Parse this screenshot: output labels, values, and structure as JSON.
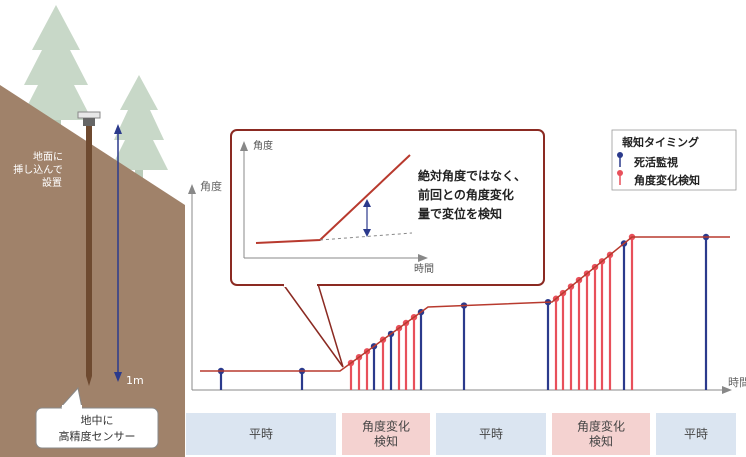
{
  "sensor": {
    "install_label": [
      "地面に",
      "挿し込んで",
      "設置"
    ],
    "depth_label": "1m",
    "callout_lines": [
      "地中に",
      "高精度センサー"
    ]
  },
  "main_chart": {
    "y_label": "角度",
    "x_label": "時間",
    "phases": [
      "平時",
      "角度変化\n検知",
      "平時",
      "角度変化\n検知",
      "平時"
    ]
  },
  "inset": {
    "y_label": "角度",
    "x_label": "時間",
    "caption": [
      "絶対角度ではなく、",
      "前回との角度変化",
      "量で変位を検知"
    ]
  },
  "legend": {
    "title": "報知タイミング",
    "items": [
      {
        "label": "死活監視",
        "color": "#2b3a8c"
      },
      {
        "label": "角度変化検知",
        "color": "#e8505b"
      }
    ]
  },
  "colors": {
    "blue": "#2b3a8c",
    "red": "#e8505b",
    "line": "#b83a2e",
    "slope": "#a0826a",
    "tree": "#c8d8c8",
    "phase_normal": "#dbe5f1",
    "phase_detect": "#f4d2d0"
  }
}
